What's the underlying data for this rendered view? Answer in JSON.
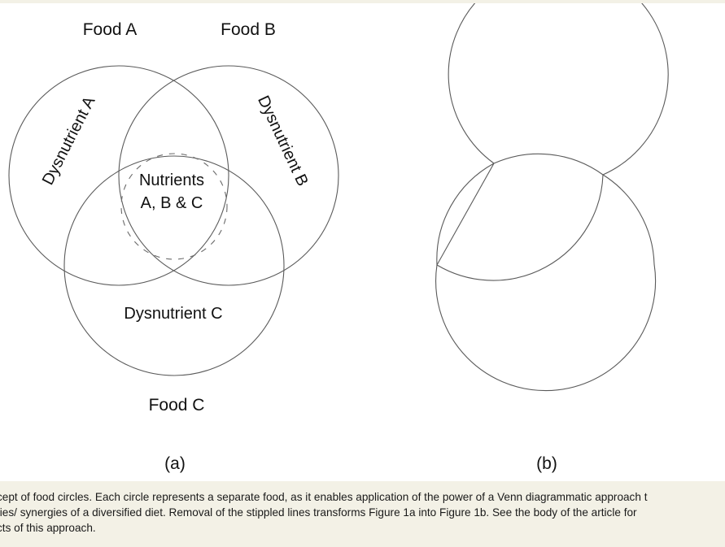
{
  "figure": {
    "panel_a": {
      "label": "(a)",
      "circle_labels": {
        "food_a": "Food A",
        "food_b": "Food B",
        "food_c": "Food C"
      },
      "region_labels": {
        "dysnutrient_a": "Dysnutrient A",
        "dysnutrient_b": "Dysnutrient B",
        "dysnutrient_c": "Dysnutrient C",
        "nutrients_line1": "Nutrients",
        "nutrients_line2": "A, B & C"
      }
    },
    "panel_b": {
      "label": "(b)"
    }
  },
  "caption": {
    "line1": "cept of food circles. Each circle represents a separate food, as it enables application of the power of a Venn diagrammatic approach t",
    "line2": "ties/ synergies of a diversified diet. Removal of the stippled lines transforms Figure 1a into Figure 1b. See the body of the article for",
    "line3": "cts of this approach."
  }
}
